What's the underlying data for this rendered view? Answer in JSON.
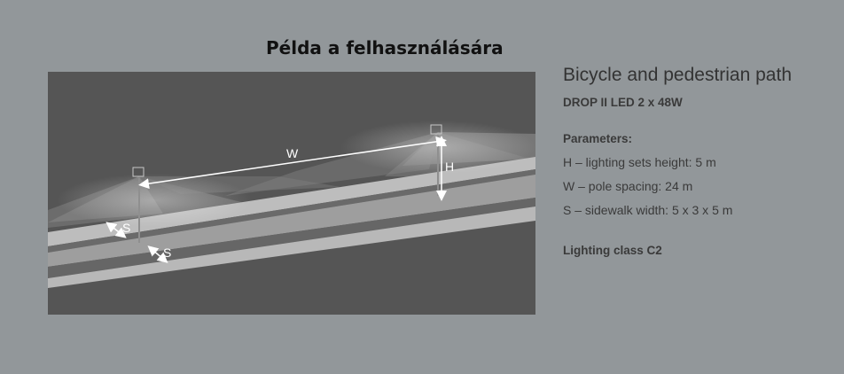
{
  "heading": "Példa a felhasználására",
  "illustration": {
    "label_w": "W",
    "label_h": "H",
    "label_s1": "S",
    "label_s2": "S"
  },
  "info": {
    "title": "Bicycle and pedestrian path",
    "product": "DROP II LED 2 x 48W",
    "params_label": "Parameters:",
    "params": [
      "H – lighting sets height: 5 m",
      "W – pole spacing: 24 m",
      "S – sidewalk width: 5 x 3 x 5 m"
    ],
    "lighting_class": "Lighting class C2"
  }
}
